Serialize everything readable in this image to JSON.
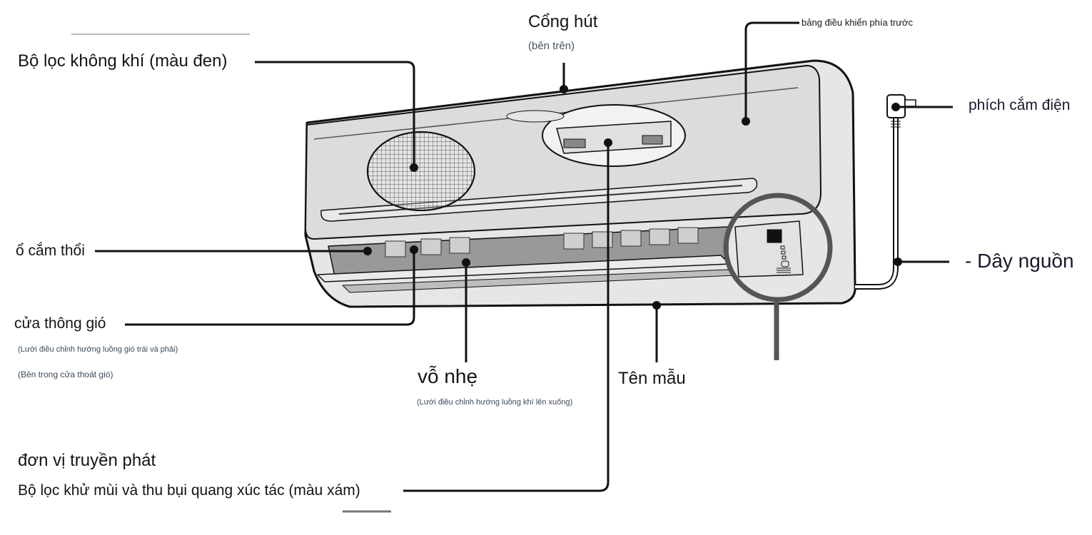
{
  "diagram": {
    "title": "",
    "subject": "Wall-mounted air conditioner indoor unit",
    "labels": {
      "air_filter": "Bộ lọc không khí (màu đen)",
      "intake": "Cổng hút",
      "intake_sub": "(bên trên)",
      "front_panel": "bảng điều khiển phía trước",
      "power_plug": "phích cắm điện",
      "power_cord": "- Dây nguồn",
      "outlet_socket": "ổ cắm thổi",
      "vent_door": "cửa thông gió",
      "vent_door_sub1": "(Lưới điều chỉnh hướng luồng gió trái và phải)",
      "vent_door_sub2": "(Bên trong cửa thoát gió)",
      "flap": "vỗ nhẹ",
      "flap_sub": "(Lưới điều chỉnh hướng luồng khí lên xuống)",
      "model_name": "Tên mẫu",
      "transmitter": "đơn vị truyền phát",
      "photocatalyst_filter": "Bộ lọc khử mùi và thu bụi quang xúc tác (màu xám)"
    }
  }
}
